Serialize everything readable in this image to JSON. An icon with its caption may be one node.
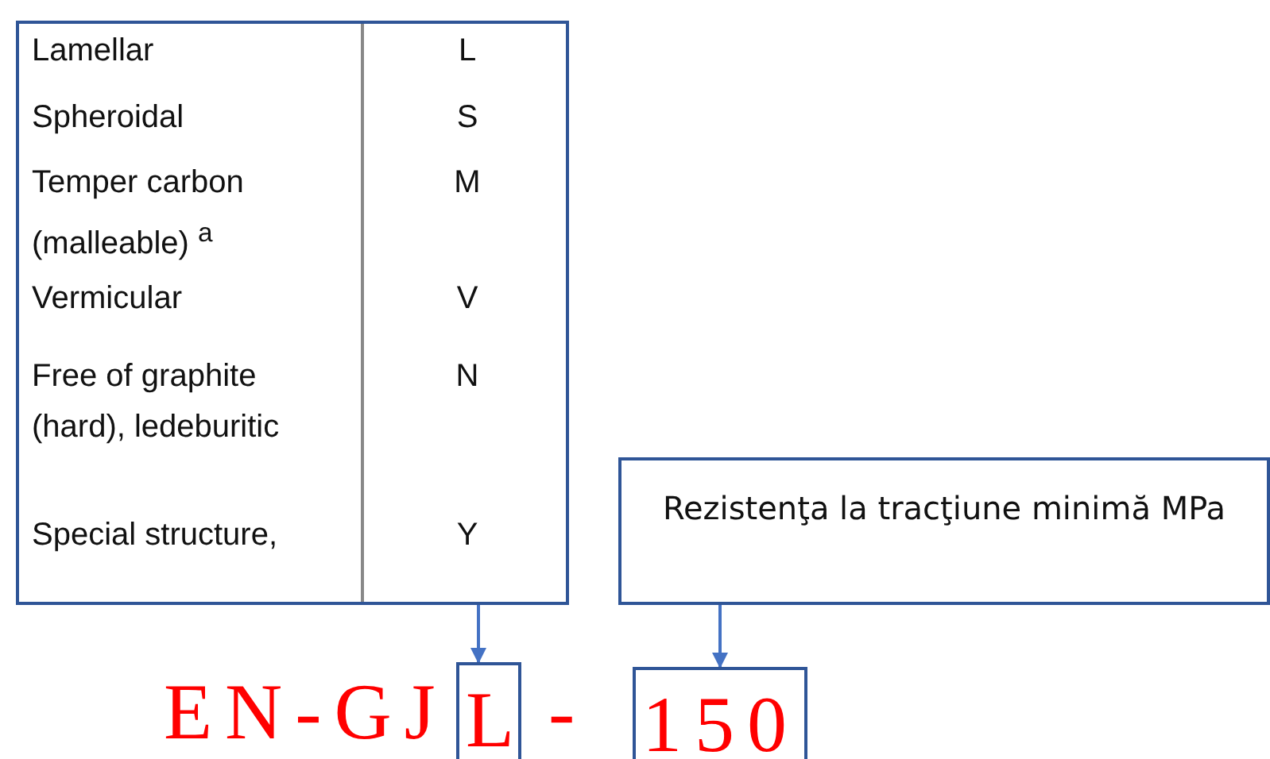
{
  "diagram": {
    "nodes": [
      {
        "text": [
          "Lamellar",
          "L",
          "Spheroidal",
          "S",
          "Temper carbon (malleable) $^{a}$",
          "M",
          "Vermicular",
          "V",
          "Free of graphite (hard), ledeburitic",
          "N",
          "Special structure,",
          "Y"
        ]
      },
      {
        "text": [
          "Rezistenţa la tracţiune minimă MPa"
        ]
      },
      {
        "text": [
          "L"
        ]
      },
      {
        "text": [
          "150"
        ]
      }
    ],
    "edges": [
      {
        "from": 0,
        "to": 2,
        "arrow": "to"
      },
      {
        "from": 1,
        "to": 3,
        "arrow": "to"
      }
    ],
    "labels": [
      "EN-GJ",
      "-"
    ]
  }
}
